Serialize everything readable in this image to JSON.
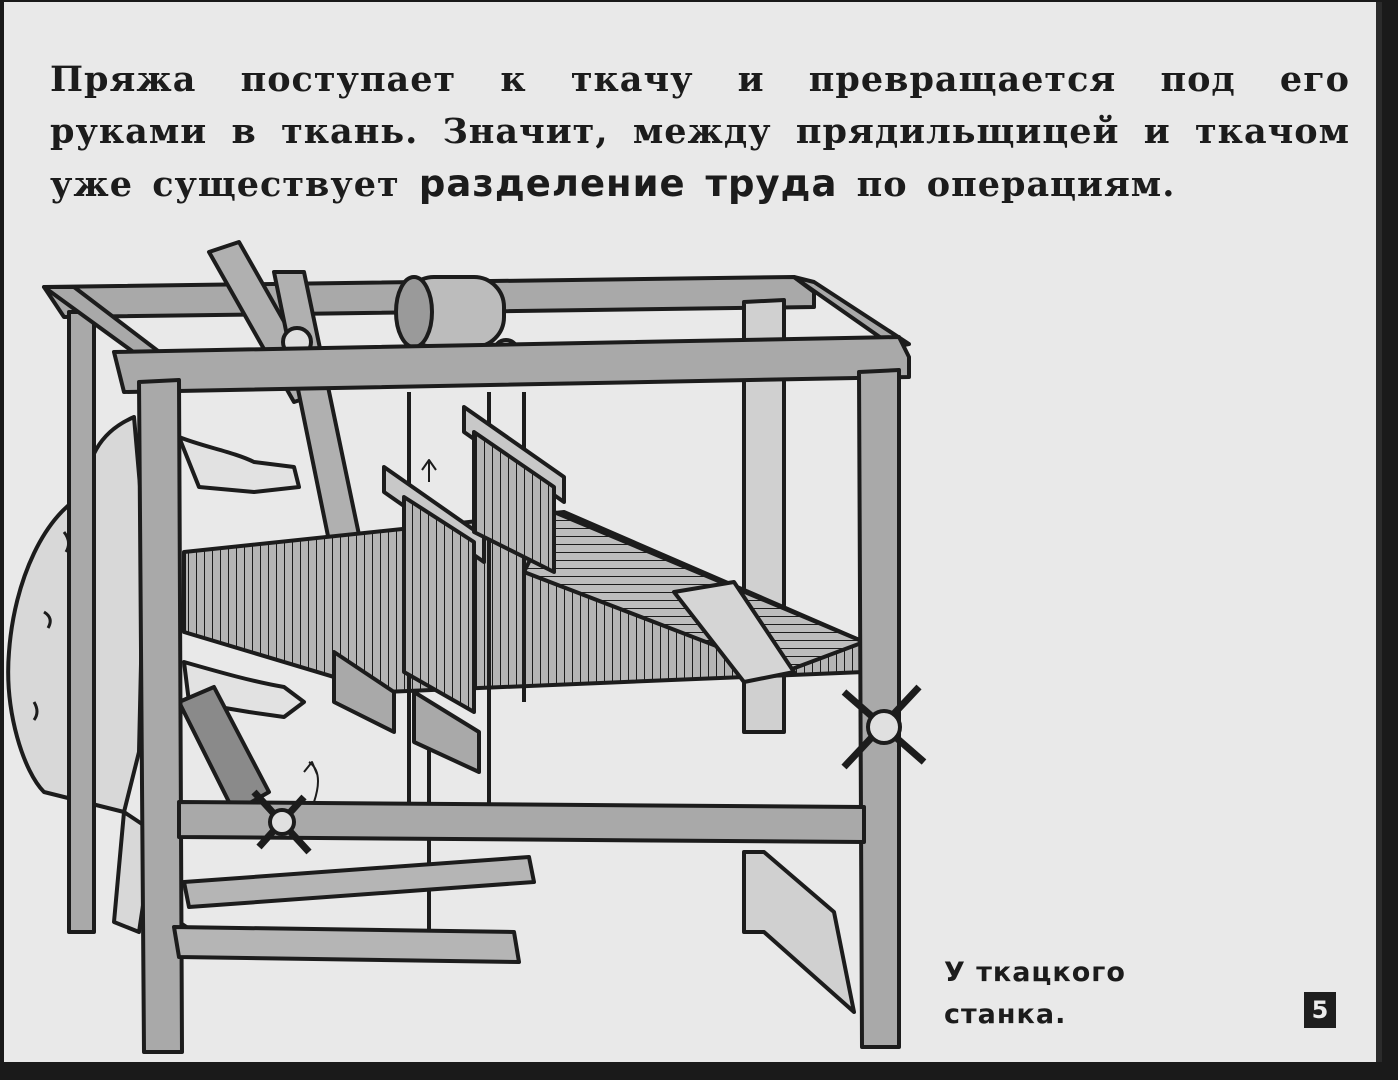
{
  "caption": {
    "part1": "Пряжа поступает к ткачу и превращается под его руками в ткань. Значит, между прядильщицей и ткачом уже существует ",
    "emphasis": "разделение труда",
    "part2": " по операциям."
  },
  "illustration": {
    "subject": "loom-with-weaver"
  },
  "subcaption": {
    "line1": "У ткацкого",
    "line2": "станка."
  },
  "page_number": "5",
  "colors": {
    "paper": "#e9e9e9",
    "ink": "#1c1c1c",
    "wood_shade": "#a9a9a9",
    "frame": "#1a1a1a"
  }
}
